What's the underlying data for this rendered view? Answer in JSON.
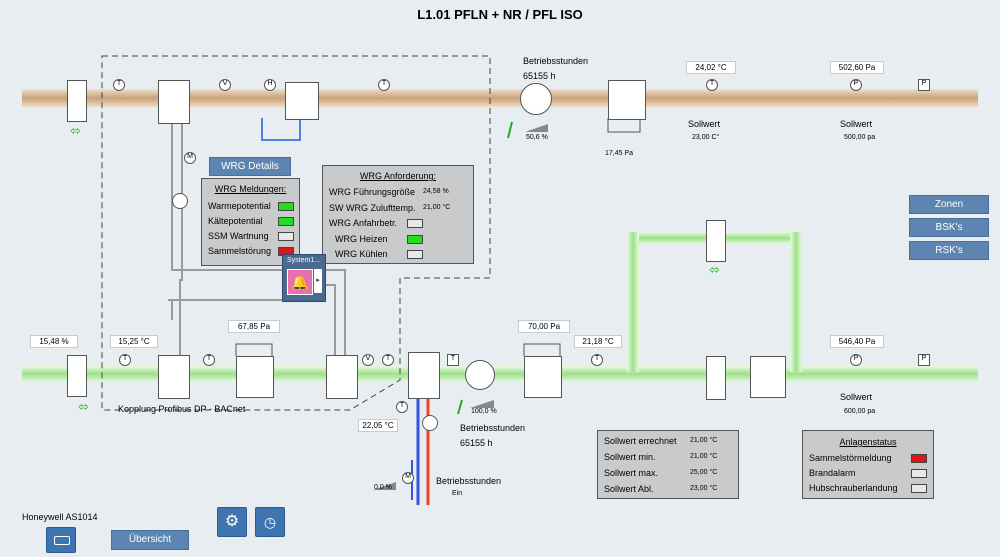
{
  "title": "L1.01 PFLN + NR / PFL ISO",
  "supply_top": {
    "betriebsstunden_label": "Betriebsstunden",
    "betriebsstunden_value": "65155 h",
    "fan_percent": "50,6 %",
    "temp_value": "24,02 °C",
    "pressure_value": "502,60 Pa",
    "filter_pressure": "17,45 Pa",
    "sollwert_temp_label": "Sollwert",
    "sollwert_temp_value": "23,00 C°",
    "sollwert_pa_label": "Sollwert",
    "sollwert_pa_value": "500,00 pa"
  },
  "bottom_line": {
    "outside_humidity": "15,48 %",
    "outside_temp": "15,25 °C",
    "filter_pressure_1": "67,85 Pa",
    "filter_pressure_2": "70,00 Pa",
    "temp_after": "21,18 °C",
    "pressure_value": "546,40 Pa",
    "sollwert_label": "Sollwert",
    "sollwert_value": "600,00 pa",
    "fan_percent": "100,0 %",
    "betriebsstunden_label": "Betriebsstunden",
    "betriebsstunden_value": "65155 h",
    "heater_temp": "22,05 °C",
    "valve_percent": "0,0 %",
    "pump_betriebsstunden_label": "Betriebsstunden",
    "pump_state": "Ein",
    "coupling_label": "Kopplung Profibus DP - BACnet"
  },
  "wrg_details_button": "WRG Details",
  "wrg_meldungen": {
    "header": "WRG Meldungen:",
    "items": [
      "Warmepotential",
      "Kältepotential",
      "SSM Wartnung",
      "Sammelstörung"
    ]
  },
  "wrg_anforderung": {
    "header": "WRG Anforderung:",
    "rows": [
      {
        "label": "WRG Führungsgröße",
        "value": "24,58 %"
      },
      {
        "label": "SW WRG Zulufttemp.",
        "value": "21,00 °C"
      },
      {
        "label": "WRG Anfahrbetr.",
        "value": ""
      },
      {
        "label": "WRG Heizen",
        "value": ""
      },
      {
        "label": "WRG Kühlen",
        "value": ""
      }
    ]
  },
  "alarm_popup": {
    "title": "System1..."
  },
  "nav_buttons": [
    "Zonen",
    "BSK's",
    "RSK's"
  ],
  "sollwert_table": {
    "rows": [
      {
        "label": "Sollwert errechnet",
        "value": "21,00 °C"
      },
      {
        "label": "Sollwert min.",
        "value": "21,00 °C"
      },
      {
        "label": "Sollwert max.",
        "value": "25,00 °C"
      },
      {
        "label": "Sollwert Abl.",
        "value": "23,00 °C"
      }
    ]
  },
  "anlagenstatus": {
    "header": "Anlagenstatus",
    "items": [
      "Sammelstörmeldung",
      "Brandalarm",
      "Hubschrauberlandung"
    ]
  },
  "footer": {
    "device_label": "Honeywell AS1014",
    "overview_button": "Übersicht"
  },
  "sensor_letters": {
    "t": "T",
    "v": "V",
    "h": "H",
    "p": "P",
    "m": "M"
  },
  "colors": {
    "duct_top": "#d4b795",
    "duct_bottom": "#b8eaa8",
    "accent": "#5c85b2",
    "alarm": "#e01515",
    "ok": "#22dd22"
  }
}
